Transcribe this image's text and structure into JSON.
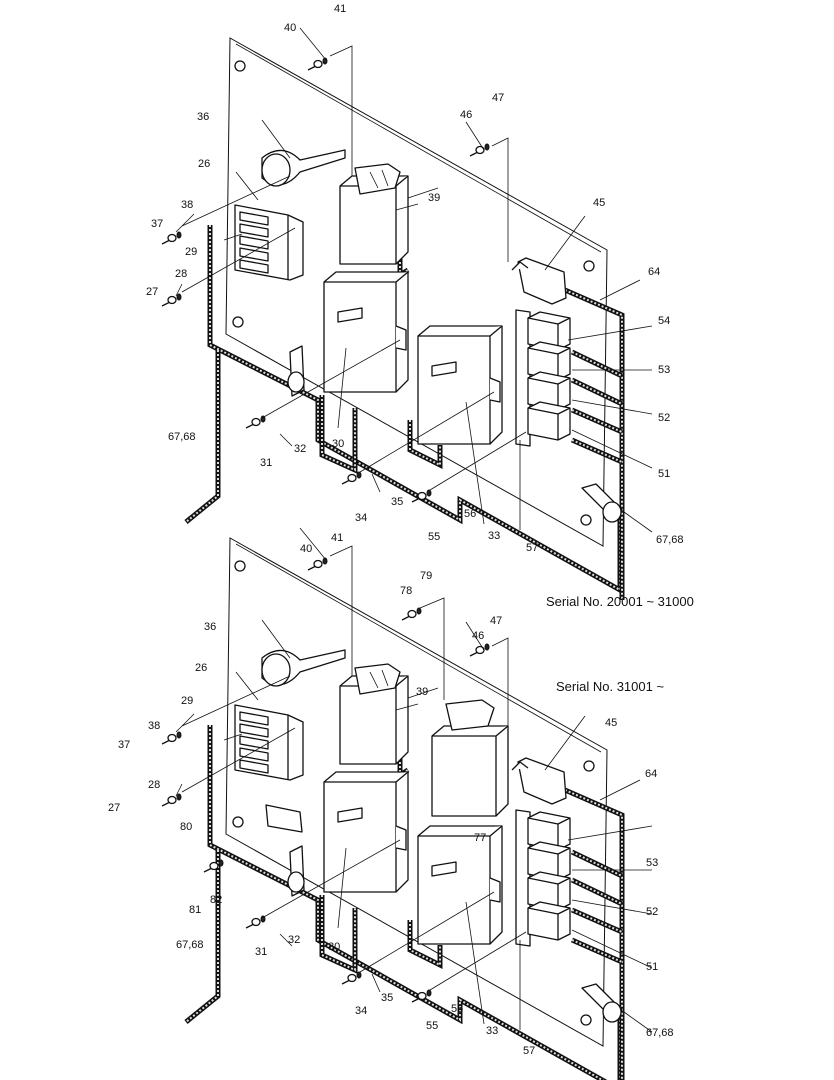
{
  "serial_labels": {
    "upper": "Serial No. 20001 ~ 31000",
    "lower": "Serial No. 31001 ~"
  },
  "upper_callouts": [
    "41",
    "40",
    "47",
    "46",
    "36",
    "26",
    "39",
    "38",
    "37",
    "29",
    "45",
    "28",
    "27",
    "64",
    "54",
    "53",
    "52",
    "51",
    "67,68",
    "30",
    "31",
    "32",
    "35",
    "56",
    "34",
    "55",
    "33",
    "57",
    "67,68"
  ],
  "lower_callouts": [
    "40",
    "41",
    "79",
    "78",
    "47",
    "46",
    "36",
    "26",
    "39",
    "29",
    "38",
    "37",
    "28",
    "27",
    "45",
    "64",
    "80",
    "77",
    "53",
    "52",
    "82",
    "81",
    "67,68",
    "31",
    "32",
    "30",
    "51",
    "35",
    "56",
    "34",
    "55",
    "33",
    "57",
    "67,68"
  ]
}
